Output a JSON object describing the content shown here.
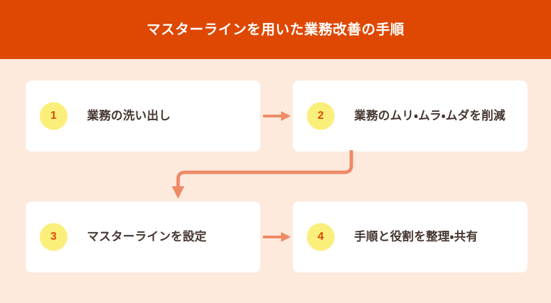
{
  "header": {
    "title": "マスターラインを用いた業務改善の手順"
  },
  "theme": {
    "header_bg": "#df4803",
    "page_bg": "#fdeadd",
    "card_bg": "#ffffff",
    "badge_bg": "#fbef7c",
    "badge_text": "#de4800",
    "card_text": "#463731",
    "arrow": "#ef8a66",
    "title_text": "#ffffff"
  },
  "steps": [
    {
      "number": "1",
      "label": "業務の洗い出し"
    },
    {
      "number": "2",
      "label": "業務のムリ・ムラ・ムダを削減"
    },
    {
      "number": "3",
      "label": "マスターラインを設定"
    },
    {
      "number": "4",
      "label": "手順と役割を整理・共有"
    }
  ],
  "connectors": [
    {
      "name": "step1-to-step2",
      "kind": "arrow-right"
    },
    {
      "name": "step2-to-step3",
      "kind": "elbow-down-left"
    },
    {
      "name": "step3-to-step4",
      "kind": "arrow-right"
    }
  ]
}
